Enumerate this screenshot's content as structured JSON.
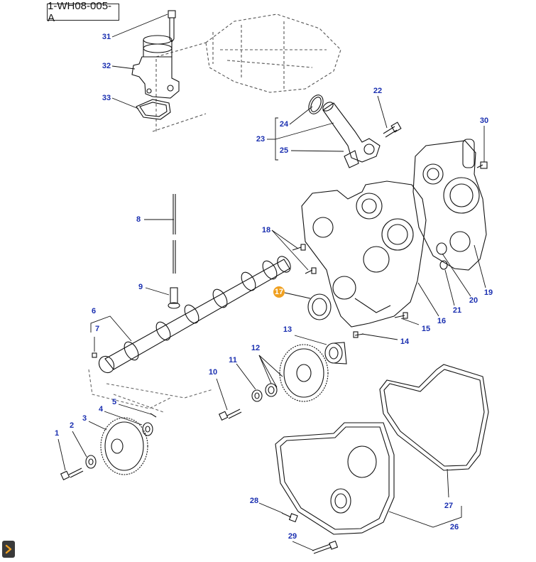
{
  "diagram_id": "1-WH08-005-A",
  "callouts": [
    "31",
    "32",
    "33",
    "24",
    "23",
    "25",
    "22",
    "30",
    "8",
    "18",
    "9",
    "17",
    "6",
    "7",
    "16",
    "15",
    "21",
    "20",
    "19",
    "13",
    "14",
    "12",
    "11",
    "10",
    "5",
    "4",
    "3",
    "2",
    "1",
    "27",
    "26",
    "28",
    "29"
  ],
  "highlight_color": "#f0a020",
  "callout_color": "#1a2fb0",
  "next_icon": "chevron-right-icon"
}
